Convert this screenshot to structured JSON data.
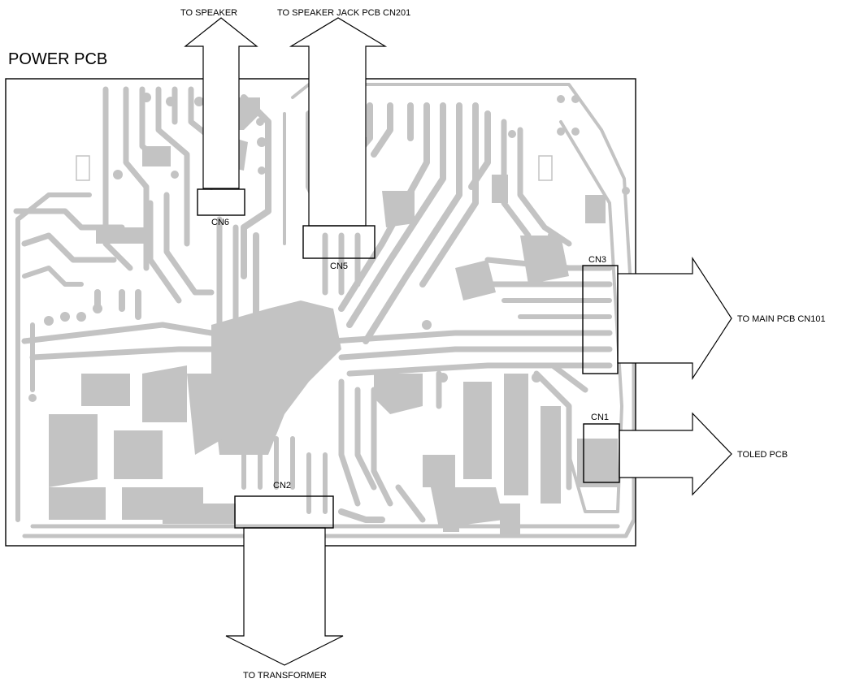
{
  "title": "POWER PCB",
  "connectors": {
    "cn1": "CN1",
    "cn2": "CN2",
    "cn3": "CN3",
    "cn5": "CN5",
    "cn6": "CN6"
  },
  "destinations": {
    "speaker": "TO SPEAKER",
    "speaker_jack": "TO SPEAKER JACK PCB CN201",
    "main_pcb": "TO MAIN PCB CN101",
    "toled_pcb": "TOLED PCB",
    "transformer": "TO TRANSFORMER"
  },
  "colors": {
    "copper": "#c3c3c3",
    "outline": "#000000",
    "background": "#ffffff"
  }
}
